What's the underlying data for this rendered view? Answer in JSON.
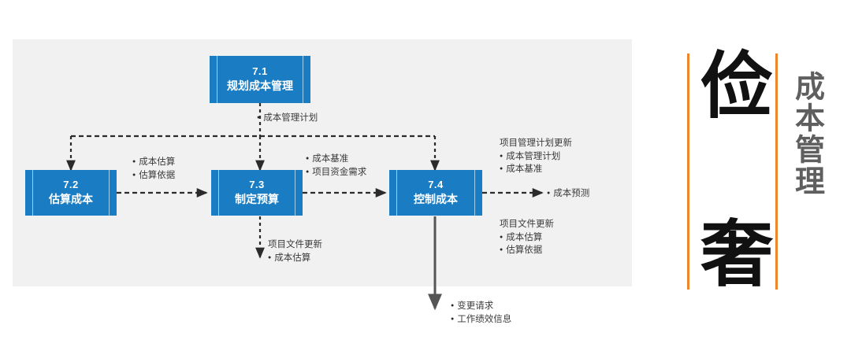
{
  "diagram": {
    "title_vertical": "成本管理",
    "side_chars": [
      "俭",
      "奢"
    ],
    "accent_color": "#f0862c",
    "node_color": "#1a7dc4",
    "panel_color": "#f1f1f1",
    "nodes": [
      {
        "id": "7.1",
        "number": "7.1",
        "name": "规划成本管理"
      },
      {
        "id": "7.2",
        "number": "7.2",
        "name": "估算成本"
      },
      {
        "id": "7.3",
        "number": "7.3",
        "name": "制定预算"
      },
      {
        "id": "7.4",
        "number": "7.4",
        "name": "控制成本"
      }
    ],
    "labels": {
      "cost_mgmt_plan": {
        "items": [
          "成本管理计划"
        ]
      },
      "estimate_outputs": {
        "items": [
          "成本估算",
          "估算依据"
        ]
      },
      "budget_outputs": {
        "items": [
          "成本基准",
          "项目资金需求"
        ]
      },
      "budget_doc_updates": {
        "header": "项目文件更新",
        "items": [
          "成本估算"
        ]
      },
      "control_plan_updates": {
        "header": "项目管理计划更新",
        "items": [
          "成本管理计划",
          "成本基准"
        ]
      },
      "control_forecast": {
        "items": [
          "成本预测"
        ]
      },
      "control_doc_updates": {
        "header": "项目文件更新",
        "items": [
          "成本估算",
          "估算依据"
        ]
      },
      "control_bottom": {
        "items": [
          "变更请求",
          "工作绩效信息"
        ]
      }
    }
  }
}
